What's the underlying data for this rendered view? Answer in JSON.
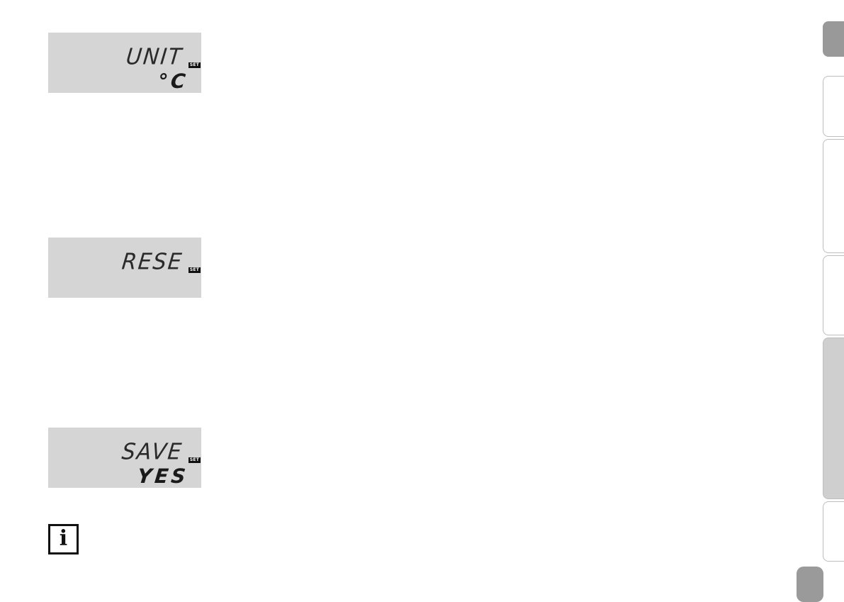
{
  "displays": [
    {
      "main": "UNIT",
      "badge": "SET",
      "sub": "°C"
    },
    {
      "main": "RESE",
      "badge": "SET",
      "sub": ""
    },
    {
      "main": "SAVE",
      "badge": "SET",
      "sub": "YES"
    }
  ],
  "info_icon": {
    "glyph": "i",
    "icon": "info-icon"
  },
  "side_tabs": [
    {
      "state": "active"
    },
    {
      "state": "normal"
    },
    {
      "state": "normal"
    },
    {
      "state": "normal"
    },
    {
      "state": "shaded"
    },
    {
      "state": "normal"
    }
  ],
  "colors": {
    "lcd_background": "#d5d5d5",
    "segment": "#2a2a2a",
    "tab_active": "#999999",
    "tab_shaded": "#cfcfcf"
  }
}
